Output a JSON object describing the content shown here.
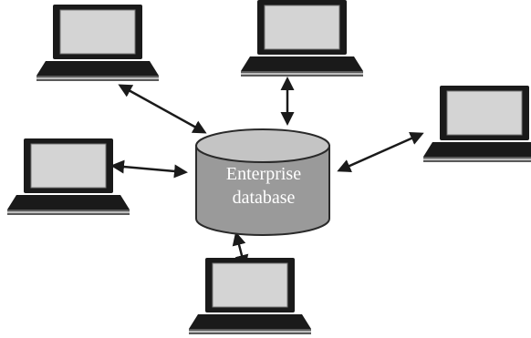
{
  "diagram": {
    "center_node": {
      "label_line1": "Enterprise",
      "label_line2": "database",
      "shape": "cylinder-icon"
    },
    "client_nodes": [
      {
        "name": "laptop-top-left",
        "icon": "laptop-icon"
      },
      {
        "name": "laptop-top-center",
        "icon": "laptop-icon"
      },
      {
        "name": "laptop-right",
        "icon": "laptop-icon"
      },
      {
        "name": "laptop-left",
        "icon": "laptop-icon"
      },
      {
        "name": "laptop-bottom",
        "icon": "laptop-icon"
      }
    ],
    "connections": "bidirectional-arrows",
    "colors": {
      "cylinder_fill": "#9a9a9a",
      "cylinder_top": "#c2c2c2",
      "screen": "#d2d2d2",
      "laptop_body": "#1a1a1a",
      "arrow": "#1a1a1a"
    }
  }
}
